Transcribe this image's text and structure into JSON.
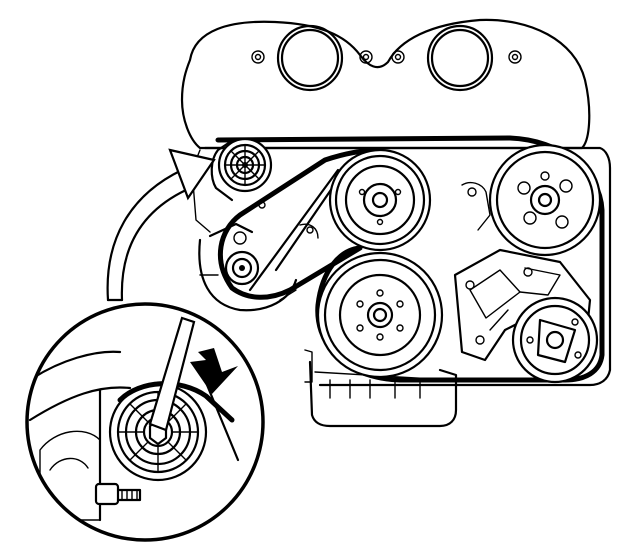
{
  "diagram": {
    "type": "engine accessory drive belt routing",
    "colors": {
      "line": "#000000",
      "background": "#ffffff"
    },
    "icons": [
      "belt-tensioner-pulley",
      "rotation-arrow",
      "wrench"
    ],
    "components": [
      "cylinder-head-cover",
      "tensioner-pulley",
      "idler-pulley",
      "alternator-pulley",
      "water-pump-pulley",
      "power-steering-pulley",
      "crankshaft-pulley",
      "ac-compressor-pulley",
      "oil-pan",
      "detail-magnifier-circle"
    ]
  }
}
